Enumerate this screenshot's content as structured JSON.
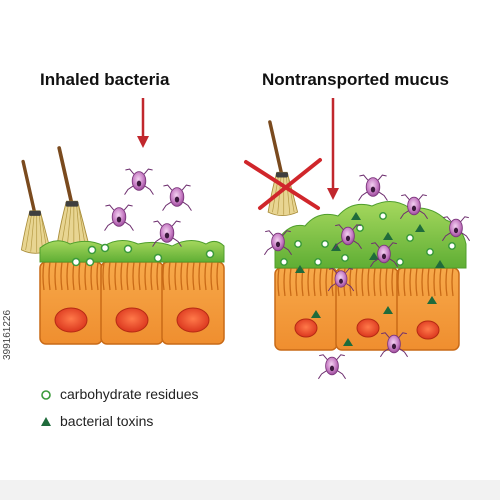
{
  "titles": {
    "left": "Inhaled bacteria",
    "right": "Nontransported mucus"
  },
  "legend": {
    "carbohydrate": "carbohydrate residues",
    "toxins": "bacterial toxins"
  },
  "stock_id": "399161226",
  "colors": {
    "cell_fill": "#f39a3c",
    "cell_outline": "#c96a17",
    "nucleus": "#e8401c",
    "mucus": "#86c84a",
    "mucus_dark": "#4f9e2c",
    "arrow": "#c1272d",
    "bacteria": "#c97bc6",
    "toxin": "#1f6b3b",
    "broom_straw": "#e5d28b",
    "broom_handle": "#7a4a1e"
  }
}
